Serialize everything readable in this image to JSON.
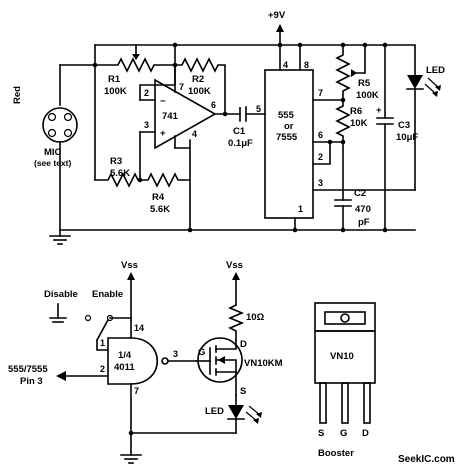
{
  "supply": {
    "top": "+9V",
    "vss_1": "Vss",
    "vss_2": "Vss"
  },
  "mic": {
    "label": "MIC",
    "note": "(see text)",
    "wire_label": "Red"
  },
  "opamp": {
    "part": "741",
    "pin2": "2",
    "pin3": "3",
    "pin4": "4",
    "pin6": "6",
    "pin7": "7"
  },
  "resistors": {
    "r1": {
      "name": "R1",
      "value": "100K"
    },
    "r2": {
      "name": "R2",
      "value": "100K"
    },
    "r3": {
      "name": "R3",
      "value": "5.6K"
    },
    "r4": {
      "name": "R4",
      "value": "5.6K"
    },
    "r5": {
      "name": "R5",
      "value": "100K"
    },
    "r6": {
      "name": "R6",
      "value": "10K"
    },
    "r_gate": {
      "value": "10Ω"
    }
  },
  "capacitors": {
    "c1": {
      "name": "C1",
      "value": "0.1μF"
    },
    "c2": {
      "name": "C2",
      "value_1": "470",
      "value_2": "pF"
    },
    "c3": {
      "name": "C3",
      "value": "10μF"
    }
  },
  "timer": {
    "line1": "555",
    "line2": "or",
    "line3": "7555",
    "pin1": "1",
    "pin2": "2",
    "pin3": "3",
    "pin4": "4",
    "pin5": "5",
    "pin6": "6",
    "pin7": "7",
    "pin8": "8"
  },
  "led_top": "LED",
  "led_bottom": "LED",
  "switch": {
    "disable": "Disable",
    "enable": "Enable"
  },
  "gate": {
    "line1": "1/4",
    "line2": "4011",
    "pin1": "1",
    "pin2": "2",
    "pin3": "3",
    "pin7": "7",
    "pin14": "14"
  },
  "input_label": {
    "line1": "555/7555",
    "line2": "Pin 3"
  },
  "mosfet": {
    "part": "VN10KM",
    "g": "G",
    "d": "D",
    "s": "S"
  },
  "booster": {
    "body_label": "VN10",
    "pin_s": "S",
    "pin_g": "G",
    "pin_d": "D",
    "caption": "Booster"
  },
  "watermark": "SeekIC.com"
}
